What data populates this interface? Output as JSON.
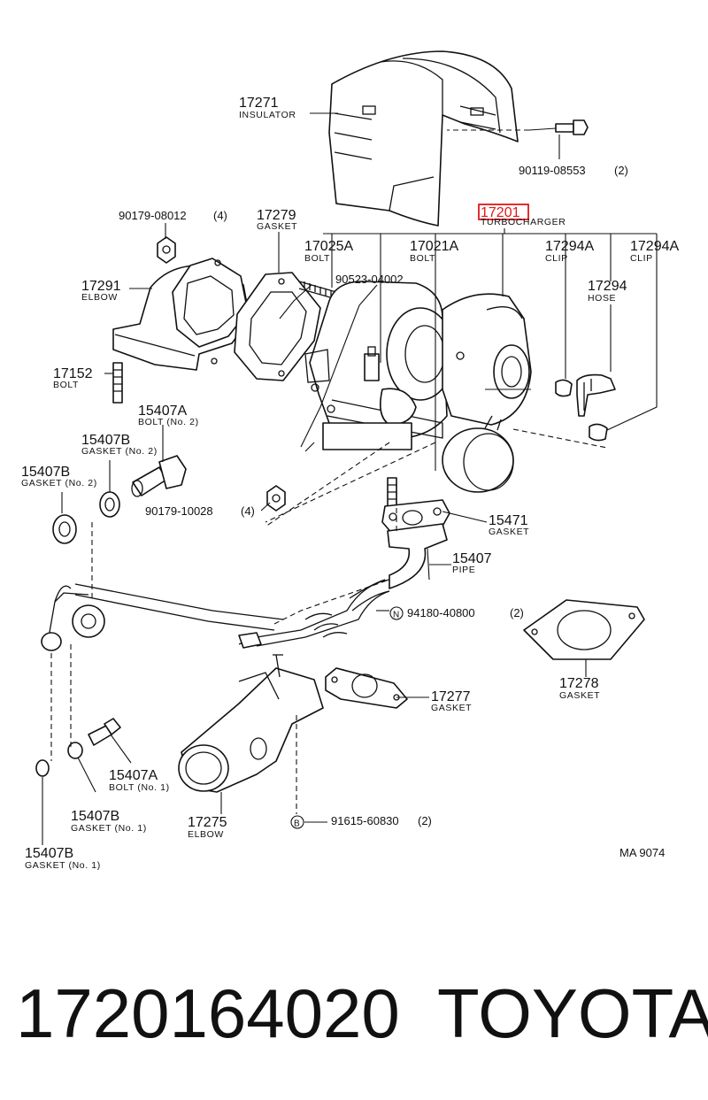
{
  "diagram": {
    "drawing_code": "MA 9074",
    "callouts": [
      {
        "id": "c-17271",
        "number": "17271",
        "name": "INSULATOR"
      },
      {
        "id": "c-9011908553",
        "number": "90119-08553",
        "qty": "(2)"
      },
      {
        "id": "c-9017908012",
        "number": "90179-08012",
        "qty": "(4)"
      },
      {
        "id": "c-17279",
        "number": "17279",
        "name": "GASKET"
      },
      {
        "id": "c-17201",
        "number": "17201",
        "name": "TURBOCHARGER",
        "highlighted": true
      },
      {
        "id": "c-17025a",
        "number": "17025A",
        "name": "BOLT"
      },
      {
        "id": "c-17021a",
        "number": "17021A",
        "name": "BOLT"
      },
      {
        "id": "c-17294a-1",
        "number": "17294A",
        "name": "CLIP"
      },
      {
        "id": "c-17294a-2",
        "number": "17294A",
        "name": "CLIP"
      },
      {
        "id": "c-17291",
        "number": "17291",
        "name": "ELBOW"
      },
      {
        "id": "c-9052304002",
        "number": "90523-04002"
      },
      {
        "id": "c-17294",
        "number": "17294",
        "name": "HOSE"
      },
      {
        "id": "c-17152",
        "number": "17152",
        "name": "BOLT"
      },
      {
        "id": "c-15407a-2",
        "number": "15407A",
        "name": "BOLT (No. 2)"
      },
      {
        "id": "c-15407b-2a",
        "number": "15407B",
        "name": "GASKET (No. 2)"
      },
      {
        "id": "c-15407b-2b",
        "number": "15407B",
        "name": "GASKET (No. 2)"
      },
      {
        "id": "c-9017910028",
        "number": "90179-10028",
        "qty": "(4)"
      },
      {
        "id": "c-15471",
        "number": "15471",
        "name": "GASKET"
      },
      {
        "id": "c-15407",
        "number": "15407",
        "name": "PIPE"
      },
      {
        "id": "c-9418040800",
        "number": "94180-40800",
        "qty": "(2)",
        "marker": "N"
      },
      {
        "id": "c-17278",
        "number": "17278",
        "name": "GASKET"
      },
      {
        "id": "c-17277",
        "number": "17277",
        "name": "GASKET"
      },
      {
        "id": "c-15407a-1",
        "number": "15407A",
        "name": "BOLT (No. 1)"
      },
      {
        "id": "c-15407b-1a",
        "number": "15407B",
        "name": "GASKET (No. 1)"
      },
      {
        "id": "c-17275",
        "number": "17275",
        "name": "ELBOW"
      },
      {
        "id": "c-9161560830",
        "number": "91615-60830",
        "qty": "(2)",
        "marker": "B"
      },
      {
        "id": "c-15407b-1b",
        "number": "15407B",
        "name": "GASKET (No. 1)"
      }
    ]
  },
  "footer": {
    "part_number": "1720164020",
    "brand": "TOYOTA"
  }
}
